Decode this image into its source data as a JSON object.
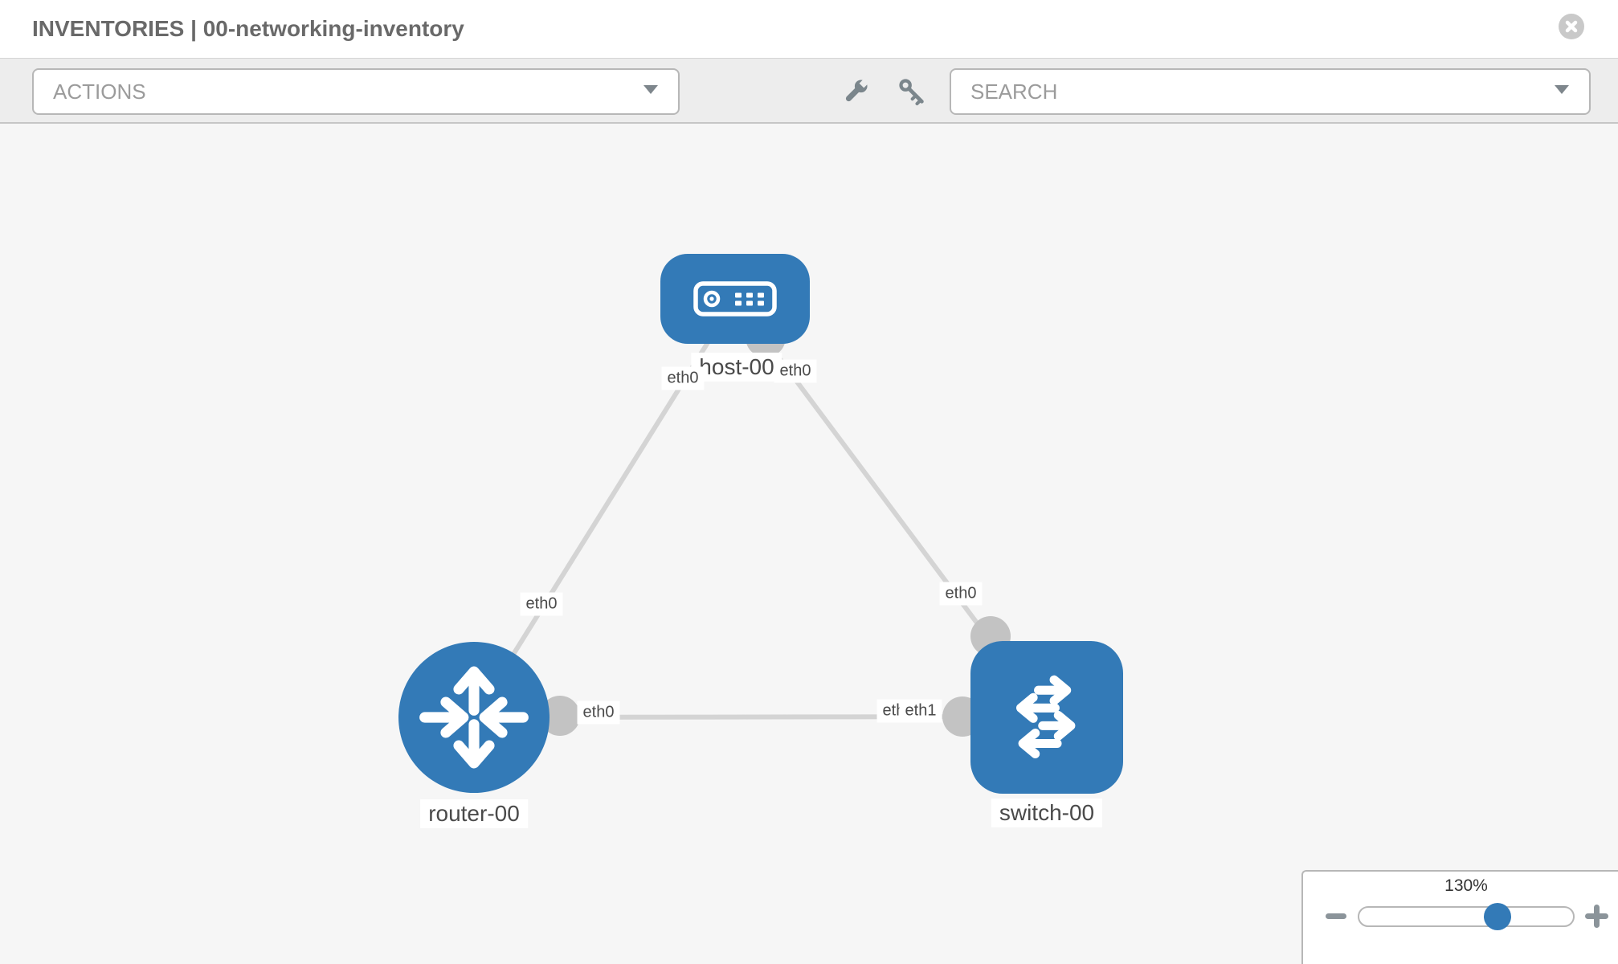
{
  "header": {
    "title": "INVENTORIES | 00-networking-inventory"
  },
  "toolbar": {
    "actions_label": "ACTIONS",
    "search_placeholder": "SEARCH"
  },
  "topology": {
    "nodes": [
      {
        "id": "host-00",
        "type": "host",
        "label": "host-00"
      },
      {
        "id": "router-00",
        "type": "router",
        "label": "router-00"
      },
      {
        "id": "switch-00",
        "type": "switch",
        "label": "switch-00"
      }
    ],
    "interfaces": {
      "host_router_host_end": "eth0",
      "host_router_router_end": "eth0",
      "host_switch_host_end": "eth0",
      "host_switch_switch_end": "eth0",
      "router_switch_router_end": "eth0",
      "router_switch_switch_end_back": "eth0",
      "router_switch_switch_end_front": "eth1"
    }
  },
  "zoom_control": {
    "value": "130%"
  },
  "icons": {
    "header": "close-icon",
    "toolbar": [
      "wrench-icon",
      "key-icon",
      "caret-down-icon"
    ],
    "zoom": [
      "minus-icon",
      "plus-icon"
    ]
  },
  "colors": {
    "node_blue": "#337ab7",
    "link_gray": "#d4d4d4",
    "connector_gray": "#c3c3c3",
    "canvas_bg": "#f6f6f6",
    "toolbar_bg": "#ededed",
    "slider_thumb_blue": "#337ab7"
  }
}
